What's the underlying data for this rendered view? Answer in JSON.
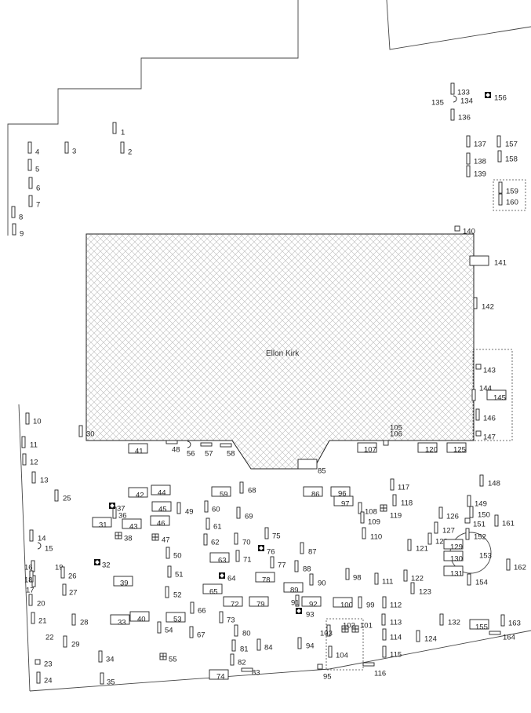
{
  "map": {
    "building_label": "Ellon Kirk",
    "colors": {
      "line": "#222222",
      "hatch": "#bbbbbb",
      "background": "#ffffff"
    },
    "plots": [
      {
        "n": "1",
        "shape": "tall"
      },
      {
        "n": "2",
        "shape": "tall"
      },
      {
        "n": "3",
        "shape": "tall"
      },
      {
        "n": "4",
        "shape": "tall"
      },
      {
        "n": "5",
        "shape": "tall"
      },
      {
        "n": "6",
        "shape": "tall"
      },
      {
        "n": "7",
        "shape": "tall"
      },
      {
        "n": "8",
        "shape": "tall"
      },
      {
        "n": "9",
        "shape": "tall"
      },
      {
        "n": "10",
        "shape": "tall"
      },
      {
        "n": "11",
        "shape": "tall"
      },
      {
        "n": "12",
        "shape": "tall"
      },
      {
        "n": "13",
        "shape": "tall"
      },
      {
        "n": "14",
        "shape": "tall"
      },
      {
        "n": "15",
        "shape": "curve"
      },
      {
        "n": "16",
        "shape": "tall"
      },
      {
        "n": "17",
        "shape": "tall"
      },
      {
        "n": "18",
        "shape": "tall"
      },
      {
        "n": "19",
        "shape": "none"
      },
      {
        "n": "20",
        "shape": "tall"
      },
      {
        "n": "21",
        "shape": "tall"
      },
      {
        "n": "22",
        "shape": "none"
      },
      {
        "n": "23",
        "shape": "square"
      },
      {
        "n": "24",
        "shape": "tall"
      },
      {
        "n": "25",
        "shape": "tall"
      },
      {
        "n": "26",
        "shape": "tall"
      },
      {
        "n": "27",
        "shape": "tall"
      },
      {
        "n": "28",
        "shape": "tall"
      },
      {
        "n": "29",
        "shape": "tall"
      },
      {
        "n": "30",
        "shape": "tall"
      },
      {
        "n": "31",
        "shape": "box"
      },
      {
        "n": "32",
        "shape": "diamond"
      },
      {
        "n": "33",
        "shape": "box"
      },
      {
        "n": "34",
        "shape": "tall"
      },
      {
        "n": "35",
        "shape": "tall"
      },
      {
        "n": "36",
        "shape": "tall"
      },
      {
        "n": "37",
        "shape": "diamond"
      },
      {
        "n": "38",
        "shape": "cross"
      },
      {
        "n": "39",
        "shape": "box"
      },
      {
        "n": "40",
        "shape": "box"
      },
      {
        "n": "41",
        "shape": "box"
      },
      {
        "n": "42",
        "shape": "box"
      },
      {
        "n": "43",
        "shape": "box"
      },
      {
        "n": "44",
        "shape": "box"
      },
      {
        "n": "45",
        "shape": "box"
      },
      {
        "n": "46",
        "shape": "box"
      },
      {
        "n": "47",
        "shape": "cross"
      },
      {
        "n": "48",
        "shape": "flat"
      },
      {
        "n": "49",
        "shape": "tall"
      },
      {
        "n": "50",
        "shape": "tall"
      },
      {
        "n": "51",
        "shape": "tall"
      },
      {
        "n": "52",
        "shape": "tall"
      },
      {
        "n": "53",
        "shape": "box"
      },
      {
        "n": "54",
        "shape": "tall"
      },
      {
        "n": "55",
        "shape": "cross"
      },
      {
        "n": "56",
        "shape": "curve"
      },
      {
        "n": "57",
        "shape": "flat"
      },
      {
        "n": "58",
        "shape": "flat"
      },
      {
        "n": "59",
        "shape": "box"
      },
      {
        "n": "60",
        "shape": "tall"
      },
      {
        "n": "61",
        "shape": "tall"
      },
      {
        "n": "62",
        "shape": "tall"
      },
      {
        "n": "63",
        "shape": "box"
      },
      {
        "n": "64",
        "shape": "diamond"
      },
      {
        "n": "65",
        "shape": "box"
      },
      {
        "n": "66",
        "shape": "tall"
      },
      {
        "n": "67",
        "shape": "tall"
      },
      {
        "n": "68",
        "shape": "tall"
      },
      {
        "n": "69",
        "shape": "tall"
      },
      {
        "n": "70",
        "shape": "tall"
      },
      {
        "n": "71",
        "shape": "tall"
      },
      {
        "n": "72",
        "shape": "box"
      },
      {
        "n": "73",
        "shape": "tall"
      },
      {
        "n": "74",
        "shape": "box"
      },
      {
        "n": "75",
        "shape": "tall"
      },
      {
        "n": "76",
        "shape": "diamond"
      },
      {
        "n": "77",
        "shape": "tall"
      },
      {
        "n": "78",
        "shape": "box"
      },
      {
        "n": "79",
        "shape": "box"
      },
      {
        "n": "80",
        "shape": "tall"
      },
      {
        "n": "81",
        "shape": "tall"
      },
      {
        "n": "82",
        "shape": "tall"
      },
      {
        "n": "83",
        "shape": "flat"
      },
      {
        "n": "84",
        "shape": "tall"
      },
      {
        "n": "85",
        "shape": "box"
      },
      {
        "n": "86",
        "shape": "box"
      },
      {
        "n": "87",
        "shape": "tall"
      },
      {
        "n": "88",
        "shape": "tall"
      },
      {
        "n": "89",
        "shape": "box"
      },
      {
        "n": "90",
        "shape": "tall"
      },
      {
        "n": "91",
        "shape": "tall"
      },
      {
        "n": "92",
        "shape": "box"
      },
      {
        "n": "93",
        "shape": "diamond"
      },
      {
        "n": "94",
        "shape": "tall"
      },
      {
        "n": "95",
        "shape": "square"
      },
      {
        "n": "96",
        "shape": "box"
      },
      {
        "n": "97",
        "shape": "box"
      },
      {
        "n": "98",
        "shape": "tall"
      },
      {
        "n": "99",
        "shape": "tall"
      },
      {
        "n": "100",
        "shape": "box"
      },
      {
        "n": "101",
        "shape": "cross"
      },
      {
        "n": "102",
        "shape": "cross"
      },
      {
        "n": "103",
        "shape": "tall"
      },
      {
        "n": "104",
        "shape": "tall"
      },
      {
        "n": "105",
        "shape": "none"
      },
      {
        "n": "106",
        "shape": "square"
      },
      {
        "n": "107",
        "shape": "box"
      },
      {
        "n": "108",
        "shape": "tall"
      },
      {
        "n": "109",
        "shape": "tall"
      },
      {
        "n": "110",
        "shape": "tall"
      },
      {
        "n": "111",
        "shape": "tall"
      },
      {
        "n": "112",
        "shape": "tall"
      },
      {
        "n": "113",
        "shape": "tall"
      },
      {
        "n": "114",
        "shape": "tall"
      },
      {
        "n": "115",
        "shape": "tall"
      },
      {
        "n": "116",
        "shape": "flat"
      },
      {
        "n": "117",
        "shape": "tall"
      },
      {
        "n": "118",
        "shape": "tall"
      },
      {
        "n": "119",
        "shape": "cross"
      },
      {
        "n": "120",
        "shape": "box"
      },
      {
        "n": "121",
        "shape": "tall"
      },
      {
        "n": "122",
        "shape": "tall"
      },
      {
        "n": "123",
        "shape": "tall"
      },
      {
        "n": "124",
        "shape": "tall"
      },
      {
        "n": "125",
        "shape": "box"
      },
      {
        "n": "126",
        "shape": "tall"
      },
      {
        "n": "127",
        "shape": "tall"
      },
      {
        "n": "128",
        "shape": "tall"
      },
      {
        "n": "129",
        "shape": "box"
      },
      {
        "n": "130",
        "shape": "box"
      },
      {
        "n": "131",
        "shape": "box"
      },
      {
        "n": "132",
        "shape": "tall"
      },
      {
        "n": "133",
        "shape": "tall"
      },
      {
        "n": "134",
        "shape": "curve"
      },
      {
        "n": "135",
        "shape": "none"
      },
      {
        "n": "136",
        "shape": "tall"
      },
      {
        "n": "137",
        "shape": "tall"
      },
      {
        "n": "138",
        "shape": "tall"
      },
      {
        "n": "139",
        "shape": "tall"
      },
      {
        "n": "140",
        "shape": "square"
      },
      {
        "n": "141",
        "shape": "box"
      },
      {
        "n": "142",
        "shape": "tall"
      },
      {
        "n": "143",
        "shape": "square"
      },
      {
        "n": "144",
        "shape": "tall"
      },
      {
        "n": "145",
        "shape": "box"
      },
      {
        "n": "146",
        "shape": "tall"
      },
      {
        "n": "147",
        "shape": "square"
      },
      {
        "n": "148",
        "shape": "tall"
      },
      {
        "n": "149",
        "shape": "tall"
      },
      {
        "n": "150",
        "shape": "tall"
      },
      {
        "n": "151",
        "shape": "square"
      },
      {
        "n": "152",
        "shape": "tall"
      },
      {
        "n": "153",
        "shape": "none"
      },
      {
        "n": "154",
        "shape": "tall"
      },
      {
        "n": "155",
        "shape": "box"
      },
      {
        "n": "156",
        "shape": "diamond"
      },
      {
        "n": "157",
        "shape": "tall"
      },
      {
        "n": "158",
        "shape": "tall"
      },
      {
        "n": "159",
        "shape": "tall"
      },
      {
        "n": "160",
        "shape": "tall"
      },
      {
        "n": "161",
        "shape": "tall"
      },
      {
        "n": "162",
        "shape": "tall"
      },
      {
        "n": "163",
        "shape": "tall"
      },
      {
        "n": "164",
        "shape": "flat"
      }
    ]
  }
}
